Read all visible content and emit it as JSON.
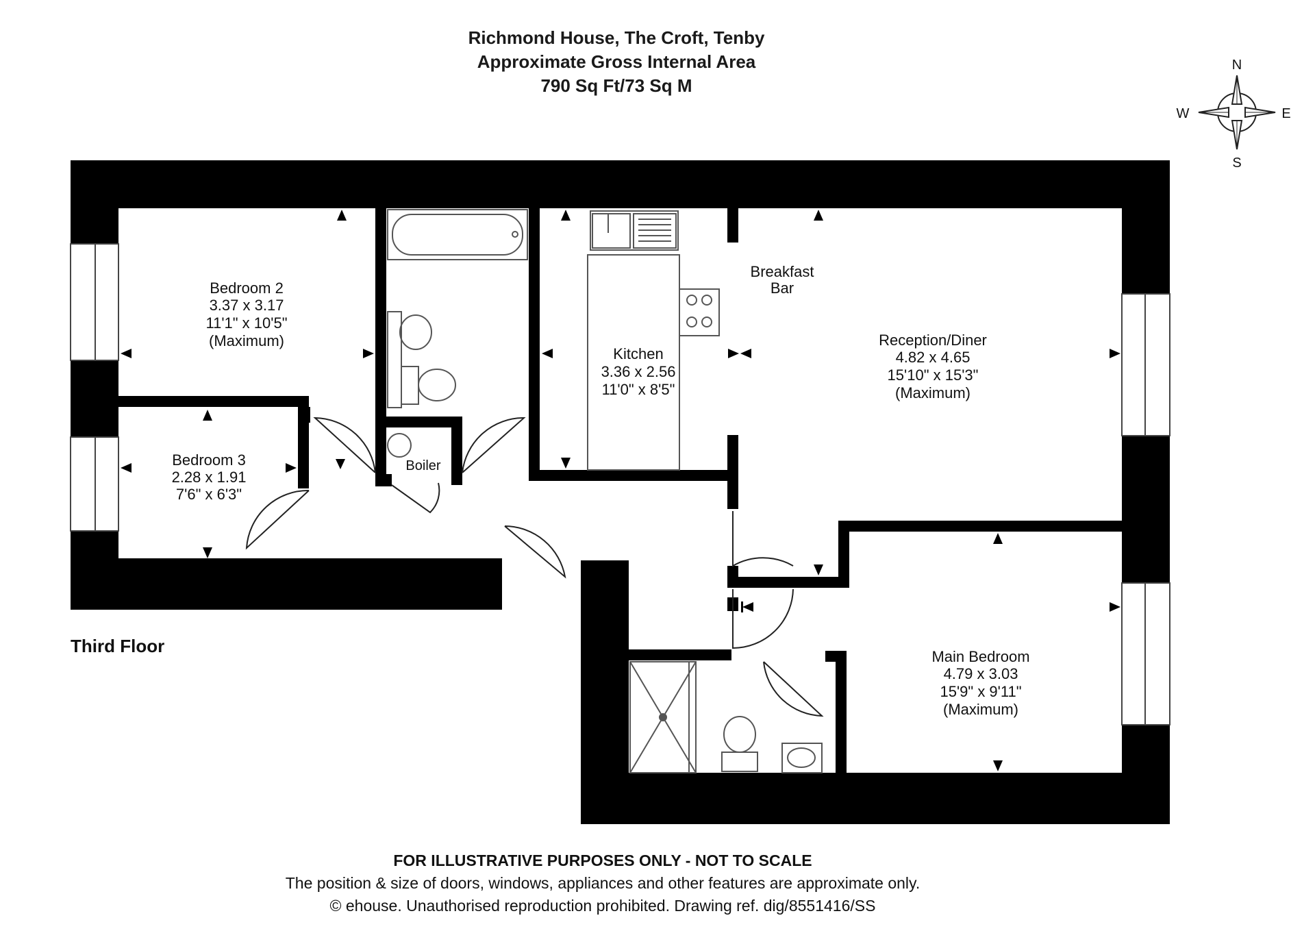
{
  "header": {
    "title": "Richmond House, The Croft, Tenby",
    "subtitle": "Approximate Gross Internal Area",
    "area": "790 Sq Ft/73 Sq M"
  },
  "compass": {
    "icon": "compass-rose-icon",
    "north": "N",
    "east": "E",
    "south": "S",
    "west": "W"
  },
  "rooms": {
    "bedroom2": {
      "name": "Bedroom 2",
      "metric": "3.37 x 3.17",
      "imperial": "11'1\" x 10'5\"",
      "note": "(Maximum)"
    },
    "bedroom3": {
      "name": "Bedroom 3",
      "metric": "2.28 x 1.91",
      "imperial": "7'6\" x 6'3\""
    },
    "boiler": {
      "name": "Boiler"
    },
    "kitchen": {
      "name": "Kitchen",
      "metric": "3.36 x 2.56",
      "imperial": "11'0\" x 8'5\""
    },
    "breakfast_bar": {
      "line1": "Breakfast",
      "line2": "Bar"
    },
    "reception": {
      "name": "Reception/Diner",
      "metric": "4.82 x 4.65",
      "imperial": "15'10\" x 15'3\"",
      "note": "(Maximum)"
    },
    "main_bedroom": {
      "name": "Main Bedroom",
      "metric": "4.79 x 3.03",
      "imperial": "15'9\" x 9'11\"",
      "note": "(Maximum)"
    }
  },
  "floor_label": "Third Floor",
  "footer": {
    "disclaimer": "FOR ILLUSTRATIVE PURPOSES ONLY - NOT TO SCALE",
    "note": "The position & size of doors, windows, appliances and other features are approximate only.",
    "copyright": "© ehouse. Unauthorised reproduction prohibited. Drawing ref. dig/8551416/SS"
  },
  "colors": {
    "wall": "#000000",
    "background": "#ffffff",
    "fixture_stroke": "#555555",
    "text": "#111111"
  }
}
